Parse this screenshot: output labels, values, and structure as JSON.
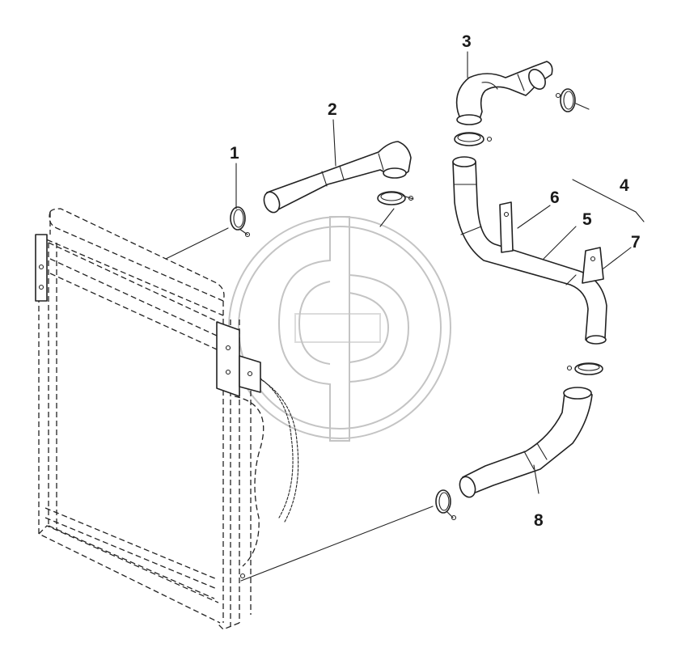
{
  "diagram": {
    "callouts": [
      {
        "id": "1",
        "label": "1"
      },
      {
        "id": "2",
        "label": "2"
      },
      {
        "id": "3",
        "label": "3"
      },
      {
        "id": "4",
        "label": "4"
      },
      {
        "id": "5",
        "label": "5"
      },
      {
        "id": "6",
        "label": "6"
      },
      {
        "id": "7",
        "label": "7"
      },
      {
        "id": "8",
        "label": "8"
      }
    ]
  },
  "colors": {
    "line": "#222222",
    "watermark": "#c4c4c4",
    "background": "#ffffff"
  }
}
